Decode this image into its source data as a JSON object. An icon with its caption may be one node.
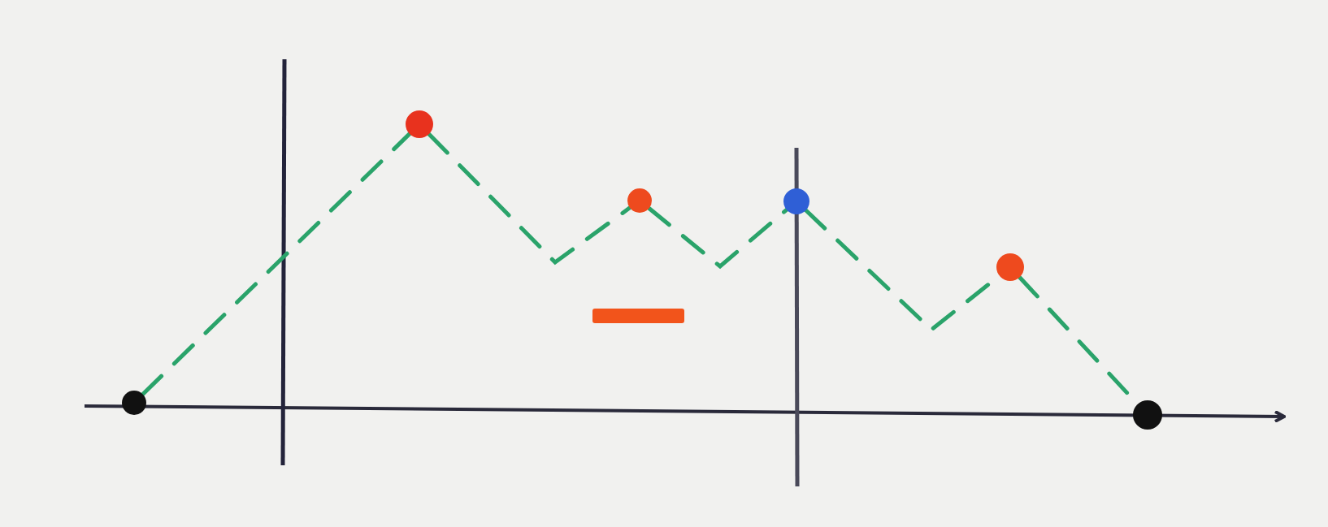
{
  "diagram": {
    "nodes": [
      {
        "text": [],
        "shape": "circle"
      },
      {
        "text": [],
        "shape": "circle"
      },
      {
        "text": [],
        "shape": "circle"
      },
      {
        "text": [],
        "shape": "circle"
      },
      {
        "text": [],
        "shape": "circle"
      },
      {
        "text": [],
        "shape": "circle"
      },
      {
        "text": [],
        "shape": "bar"
      }
    ],
    "edges": [
      {
        "from": 0,
        "to": 1,
        "arrow": "none",
        "style": "dashed"
      },
      {
        "from": 1,
        "to": 2,
        "arrow": "none",
        "style": "dashed"
      },
      {
        "from": 2,
        "to": 3,
        "arrow": "none",
        "style": "dashed"
      },
      {
        "from": 3,
        "to": 4,
        "arrow": "none",
        "style": "dashed"
      },
      {
        "from": 4,
        "to": 5,
        "arrow": "none",
        "style": "dashed"
      }
    ]
  }
}
